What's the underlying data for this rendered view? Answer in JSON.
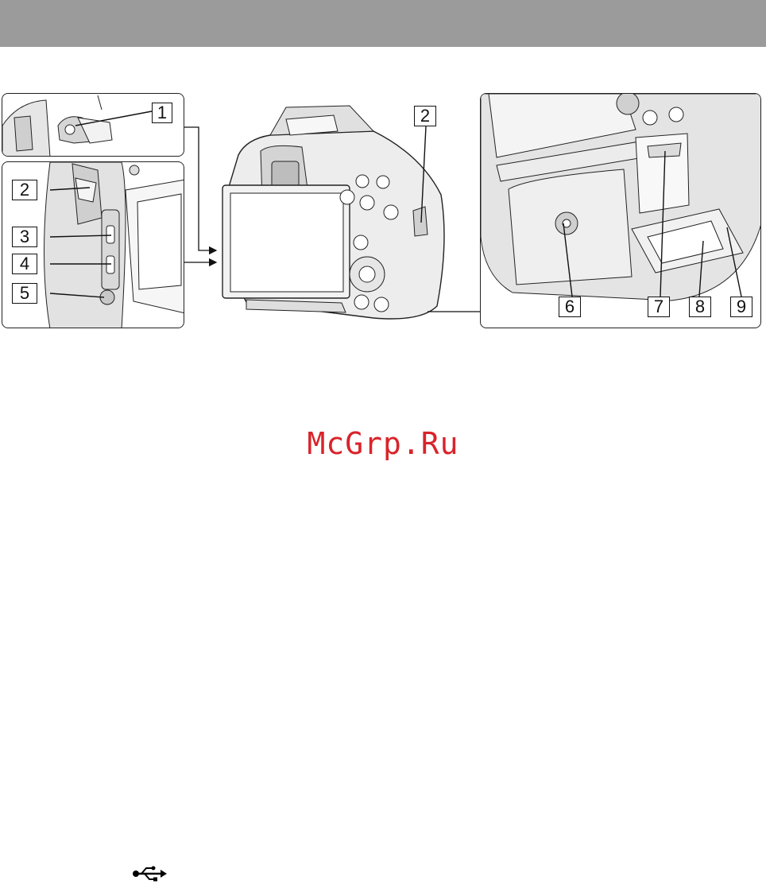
{
  "watermark": "McGrp.Ru",
  "callouts": {
    "c1": "1",
    "c2_left": "2",
    "c2_main": "2",
    "c3": "3",
    "c4": "4",
    "c5": "5",
    "c6": "6",
    "c7": "7",
    "c8": "8",
    "c9": "9"
  },
  "icons": {
    "usb": "usb-icon"
  },
  "colors": {
    "header_bar": "#9b9b9b",
    "watermark": "#d9232a"
  },
  "usb_glyph": "⭠"
}
